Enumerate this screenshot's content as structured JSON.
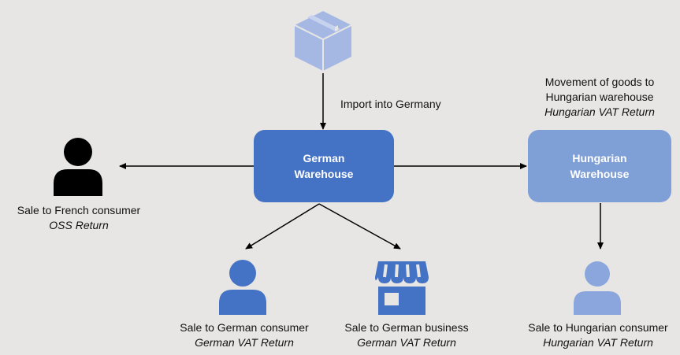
{
  "colors": {
    "background": "#e8e6e4",
    "german_warehouse": "#4472c4",
    "hungarian_warehouse": "#7f9fd7",
    "box": "#a5b8e3",
    "person_black": "#000000",
    "person_blue": "#4472c4",
    "person_light": "#8aa6dc",
    "store": "#4472c4",
    "arrow": "#000000"
  },
  "icons": {
    "box": "package-box-icon",
    "french_consumer": "person-icon",
    "german_consumer": "person-icon",
    "german_business": "storefront-icon",
    "hungarian_consumer": "person-icon"
  },
  "nodes": {
    "german_warehouse": {
      "line1": "German",
      "line2": "Warehouse"
    },
    "hungarian_warehouse": {
      "line1": "Hungarian",
      "line2": "Warehouse"
    }
  },
  "labels": {
    "import": "Import into Germany",
    "movement": {
      "line1": "Movement of goods to",
      "line2": "Hungarian warehouse",
      "return": "Hungarian VAT Return"
    },
    "french": {
      "main": "Sale to French consumer",
      "return": "OSS Return"
    },
    "german_consumer": {
      "main": "Sale to German consumer",
      "return": "German VAT Return"
    },
    "german_business": {
      "main": "Sale to German business",
      "return": "German VAT Return"
    },
    "hungarian_consumer": {
      "main": "Sale to Hungarian consumer",
      "return": "Hungarian VAT Return"
    }
  }
}
